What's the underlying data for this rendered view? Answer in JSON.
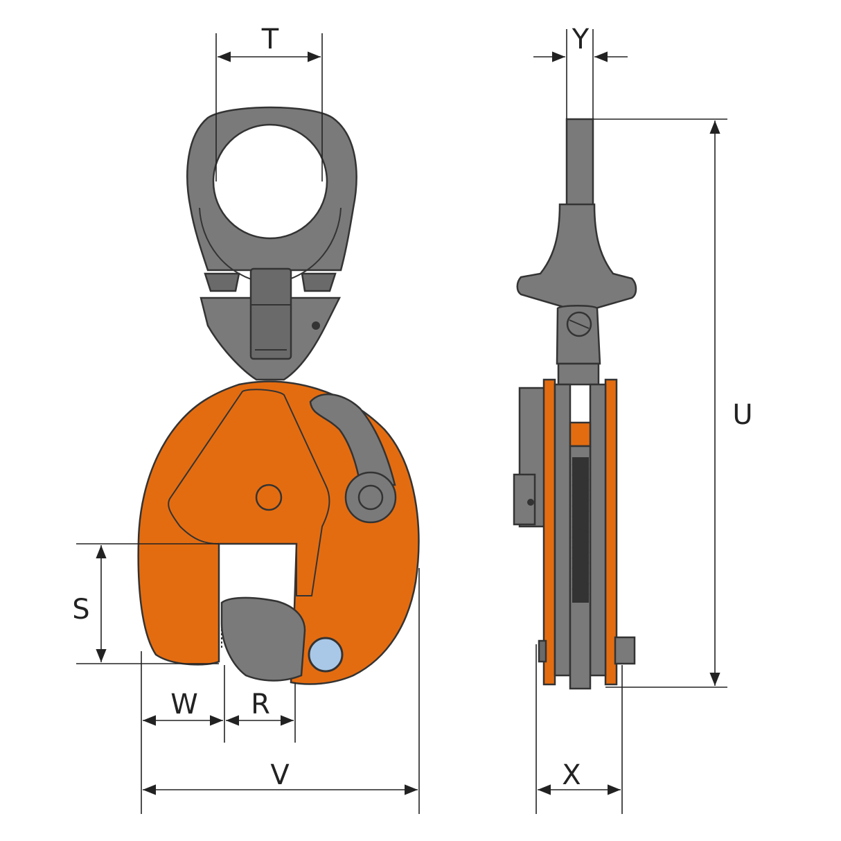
{
  "dimensions": {
    "T": "T",
    "Y": "Y",
    "U": "U",
    "S": "S",
    "W": "W",
    "R": "R",
    "V": "V",
    "X": "X"
  },
  "colors": {
    "body": "#e46c10",
    "metal": "#7a7a7a",
    "pin": "#a9c8e8",
    "line": "#222222"
  }
}
